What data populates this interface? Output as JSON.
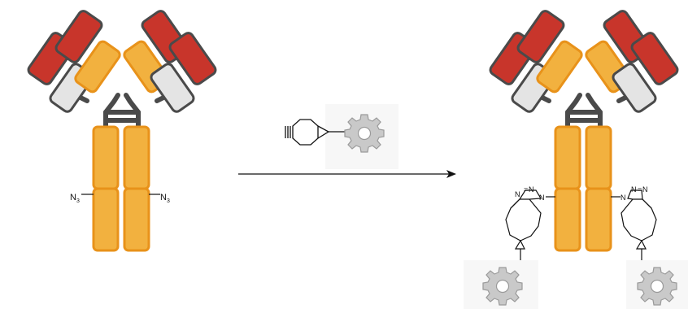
{
  "colors": {
    "heavy_chain_fill": "#F2B13F",
    "heavy_chain_stroke": "#E8921A",
    "light_red_fill": "#C8352B",
    "light_grey_fill": "#E4E4E4",
    "domain_stroke": "#4A4A4A",
    "hinge": "#4A4A4A",
    "gear_fill": "#C9C9C9",
    "gear_stroke": "#9A9A9A",
    "gear_halo": "#F1F1F1",
    "structure_line": "#111111"
  },
  "icons": {
    "payload": "gear-icon",
    "reagent": "bcn-cyclooctyne-structure"
  },
  "left_antibody": {
    "azide_left": {
      "main": "N",
      "sub": "3"
    },
    "azide_right": {
      "main": "N",
      "sub": "3"
    }
  },
  "reagent": {
    "description_labels": []
  },
  "right_antibody": {
    "triazole_left": {
      "n_top_a": "N",
      "n_top_b": "N",
      "n_sep": "=",
      "n_side": "N"
    },
    "triazole_right": {
      "n_top_a": "N",
      "n_top_b": "N",
      "n_sep": "=",
      "n_side": "N"
    }
  }
}
